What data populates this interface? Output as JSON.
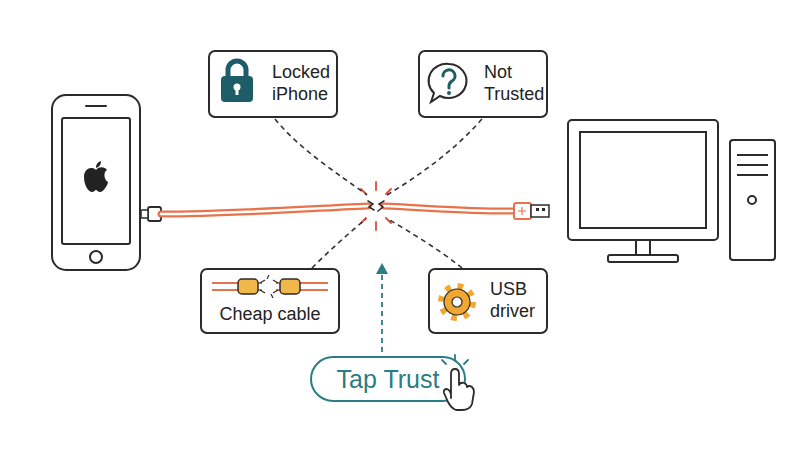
{
  "diagram": {
    "nodes": [
      {
        "text": [
          "Locked iPhone"
        ]
      },
      {
        "text": [
          "Not Trusted"
        ]
      },
      {
        "text": [
          "Cheap cable"
        ]
      },
      {
        "text": [
          "USB driver"
        ]
      },
      {
        "text": [
          "Tap Trust"
        ]
      }
    ]
  }
}
